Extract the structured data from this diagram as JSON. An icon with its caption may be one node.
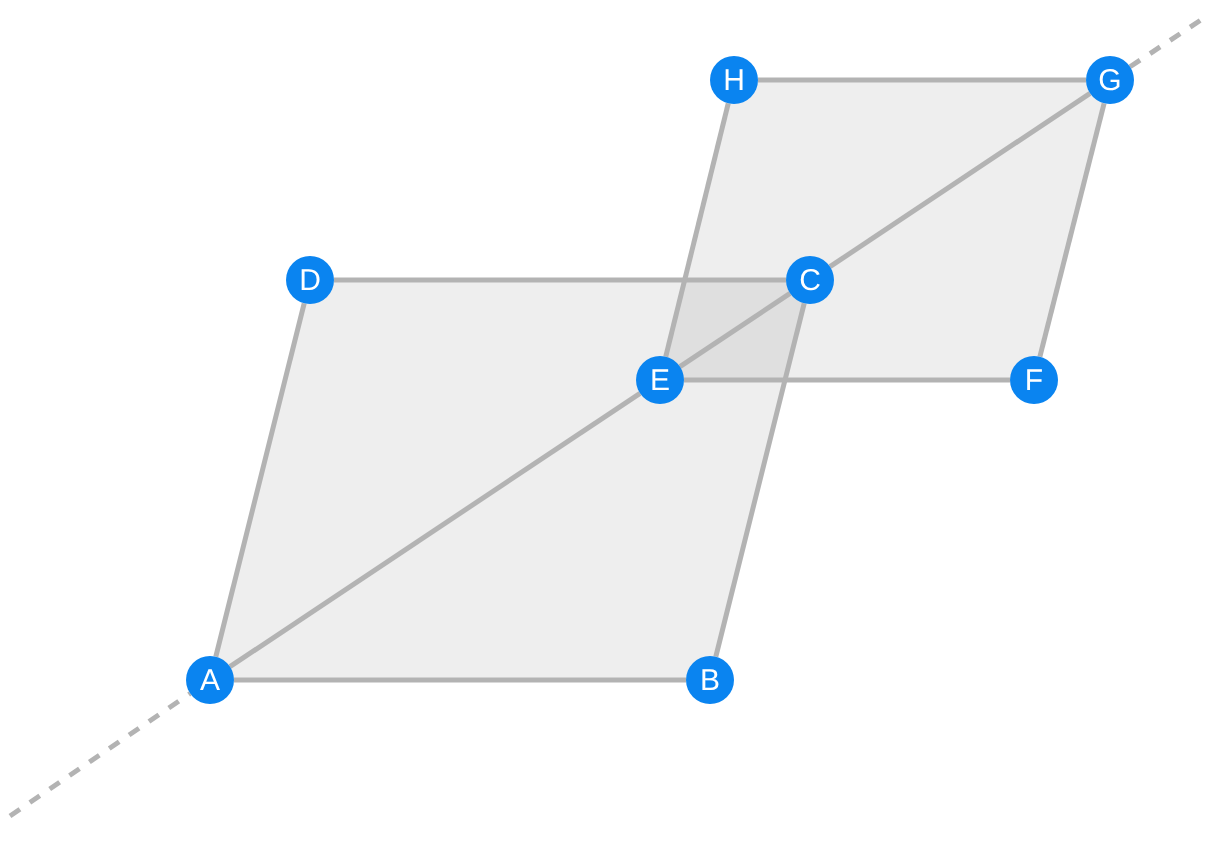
{
  "diagram": {
    "nodes": [
      {
        "text": [
          "A"
        ]
      },
      {
        "text": [
          "B"
        ]
      },
      {
        "text": [
          "C"
        ]
      },
      {
        "text": [
          "D"
        ]
      },
      {
        "text": [
          "E"
        ]
      },
      {
        "text": [
          "F"
        ]
      },
      {
        "text": [
          "G"
        ]
      },
      {
        "text": [
          "H"
        ]
      }
    ],
    "edges": [
      {
        "from": 0,
        "to": 1,
        "arrow": "none"
      },
      {
        "from": 1,
        "to": 2,
        "arrow": "none"
      },
      {
        "from": 2,
        "to": 3,
        "arrow": "none"
      },
      {
        "from": 3,
        "to": 0,
        "arrow": "none"
      },
      {
        "from": 4,
        "to": 5,
        "arrow": "none"
      },
      {
        "from": 5,
        "to": 6,
        "arrow": "none"
      },
      {
        "from": 6,
        "to": 7,
        "arrow": "none"
      },
      {
        "from": 7,
        "to": 4,
        "arrow": "none"
      },
      {
        "from": 0,
        "to": 4,
        "arrow": "none"
      },
      {
        "from": 4,
        "to": 2,
        "arrow": "none"
      },
      {
        "from": 2,
        "to": 6,
        "arrow": "none"
      },
      {
        "from": null,
        "to": 0,
        "arrow": "none",
        "style": "dashed"
      },
      {
        "from": 6,
        "to": null,
        "arrow": "none",
        "style": "dashed"
      }
    ]
  }
}
